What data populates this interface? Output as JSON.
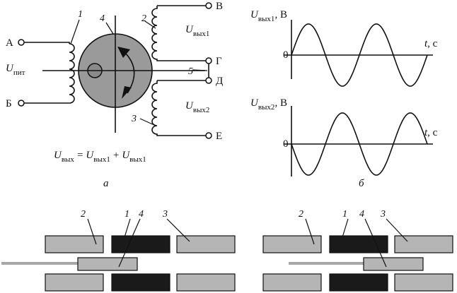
{
  "colors": {
    "ink": "#111111",
    "disc": "#9a9a9a",
    "rotor_hub": "#8a8a8a",
    "light_block": "#b5b5b5",
    "dark_block": "#1a1a1a",
    "rod": "#a8a8a8"
  },
  "schematic": {
    "terminals": [
      "А",
      "Б",
      "В",
      "Г",
      "Д",
      "Е"
    ],
    "supply_label": "U",
    "supply_sub": "пит",
    "out1_label": "U",
    "out1_sub": "вых1",
    "out2_label": "U",
    "out2_sub": "вых2",
    "callouts": [
      "1",
      "2",
      "3",
      "4",
      "5"
    ],
    "formula": {
      "lhs": "U",
      "lhs_sub": "вых",
      "eq": "=",
      "t1": "U",
      "t1_sub": "вых1",
      "plus": "+",
      "t2": "U",
      "t2_sub": "вых1"
    },
    "caption": "а"
  },
  "graphs": {
    "caption": "б",
    "top": {
      "ylabel": "U",
      "ysub": "вых1",
      "yunit": ", В",
      "xlabel": "t",
      "xunit": ",  с",
      "zero": "0"
    },
    "bottom": {
      "ylabel": "U",
      "ysub": "вых2",
      "yunit": ", В",
      "xlabel": "t",
      "xunit": ",  с",
      "zero": "0"
    }
  },
  "chart_data": [
    {
      "type": "line",
      "x_periods": [
        0,
        2
      ],
      "series": [
        {
          "values": [
            0,
            1,
            0,
            -1,
            0,
            1,
            0,
            -1,
            0
          ]
        }
      ],
      "ylabel": "Uвых1, В",
      "xlabel": "t, с"
    },
    {
      "type": "line",
      "x_periods": [
        0,
        2
      ],
      "series": [
        {
          "values": [
            0,
            -1,
            0,
            1,
            0,
            -1,
            0,
            1,
            0
          ]
        }
      ],
      "ylabel": "Uвых2, В",
      "xlabel": "t, с"
    }
  ],
  "linear_sketches": {
    "left": {
      "callouts": [
        "2",
        "1",
        "4",
        "3"
      ]
    },
    "right": {
      "callouts": [
        "2",
        "1",
        "4",
        "3"
      ]
    }
  }
}
